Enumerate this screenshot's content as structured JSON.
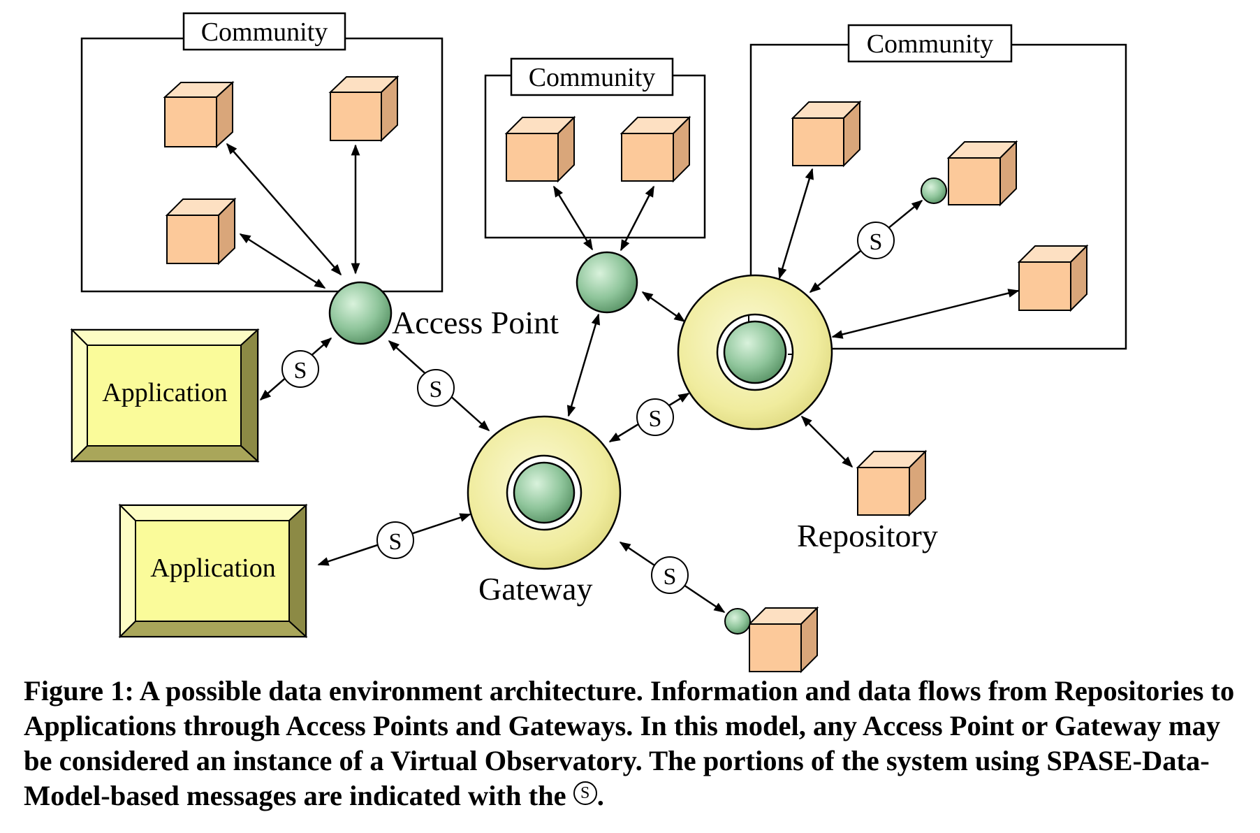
{
  "diagram": {
    "community_label": "Community",
    "access_point_label": "Access Point",
    "gateway_label": "Gateway",
    "repository_label": "Repository",
    "application_label": "Application",
    "spase_message_label": "S"
  },
  "caption": {
    "text": "Figure 1: A possible data environment architecture. Information and data flows from Repositories to Applications through Access Points and Gateways. In this model, any Access Point or Gateway may be considered an instance of a Virtual Observatory. The portions of the system using SPASE-Data-Model-based messages are indicated with the",
    "symbol": "S",
    "end": "."
  },
  "colors": {
    "cube_front": "#fcc99a",
    "cube_top": "#fde0c2",
    "cube_side": "#d9a67a",
    "node_green": "#9dcfa8",
    "ring_yellow": "#f2efa8",
    "app_face": "#fafb9a",
    "app_bevel_light": "#fdfdc4",
    "app_bevel_dark": "#8c8a45"
  }
}
